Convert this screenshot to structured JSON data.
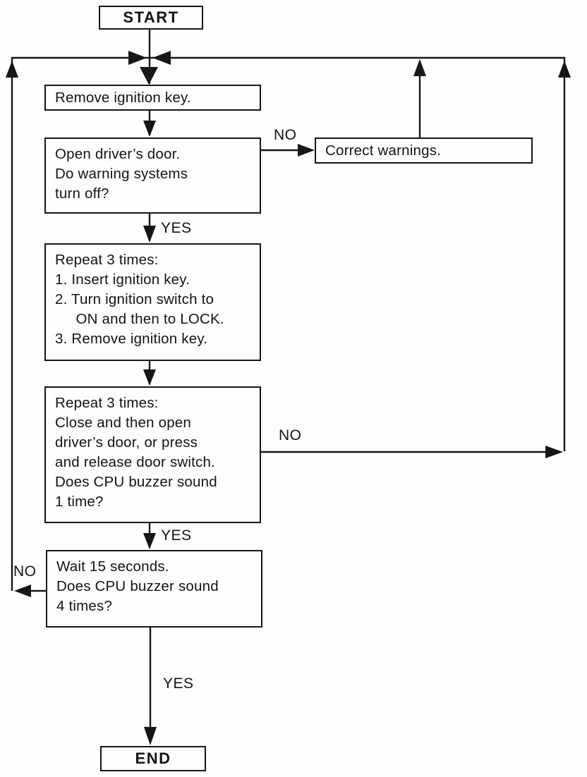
{
  "diagram": {
    "title": "CPU buzzer diagnostic flowchart",
    "nodes": {
      "start": "START",
      "remove_key": "Remove ignition key.",
      "open_door": "Open driver’s door.\nDo warning systems\nturn off?",
      "correct_warnings": "Correct warnings.",
      "repeat_key": "Repeat 3 times:\n1. Insert ignition key.\n2. Turn ignition switch to\n     ON and then to LOCK.\n3. Remove ignition key.",
      "repeat_door": "Repeat 3 times:\nClose and then open\ndriver’s door, or press\nand release door switch.\nDoes CPU buzzer sound\n1 time?",
      "wait": "Wait 15 seconds.\nDoes CPU buzzer sound\n4 times?",
      "end": "END"
    },
    "labels": {
      "open_door_no": "NO",
      "open_door_yes": "YES",
      "repeat_door_no": "NO",
      "repeat_door_yes": "YES",
      "wait_no": "NO",
      "wait_yes": "YES"
    },
    "colors": {
      "line": "#161616",
      "background": "#fefefe",
      "text": "#141414"
    }
  }
}
